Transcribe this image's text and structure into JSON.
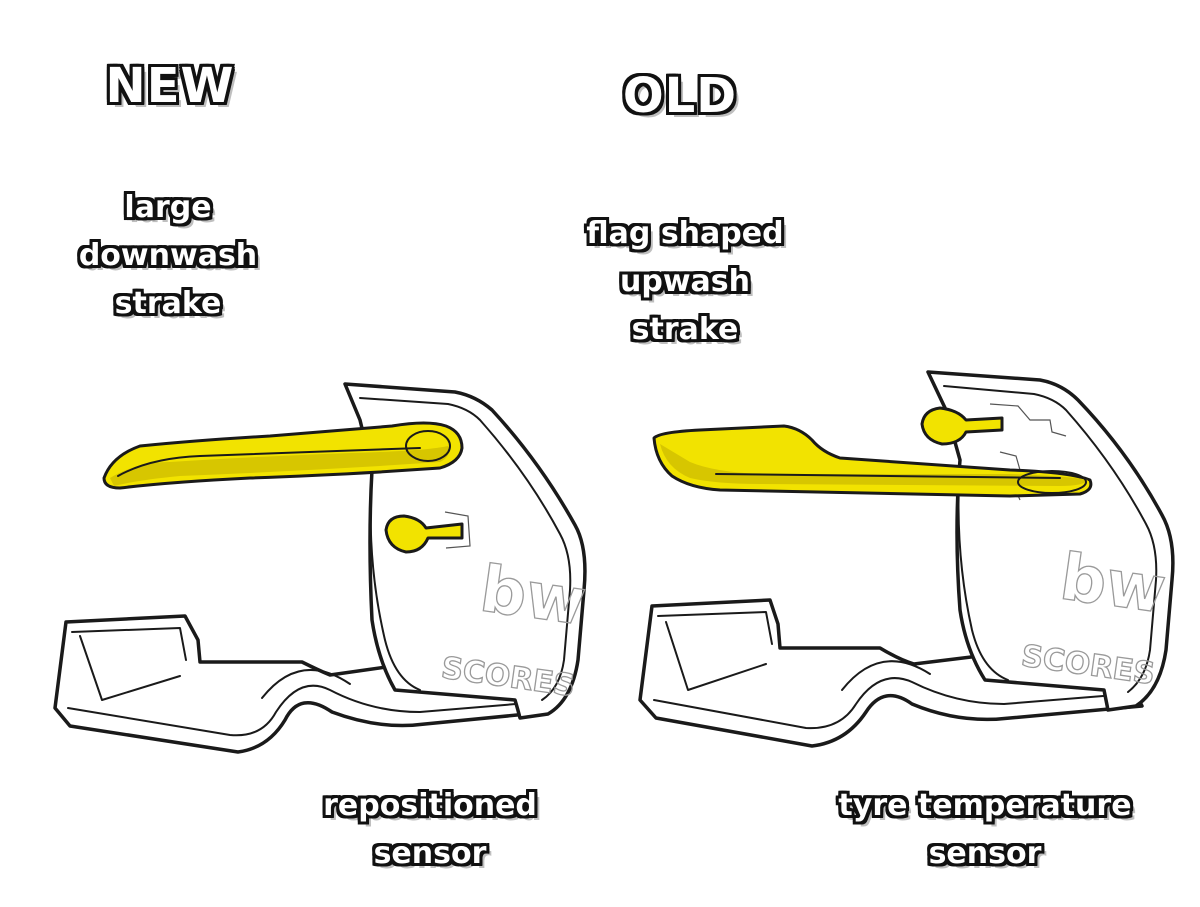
{
  "panels": {
    "new": {
      "heading": "NEW",
      "strake_label": "large\ndownwash\nstrake",
      "sensor_label": "repositioned\nsensor"
    },
    "old": {
      "heading": "OLD",
      "strake_label": "flag shaped\nupwash\nstrake",
      "sensor_label": "tyre temperature\nsensor"
    }
  },
  "watermark": {
    "logo": "bw",
    "text": "SCORES"
  },
  "colors": {
    "highlight": "#f2e300",
    "line": "#1a1a1a",
    "label_fill": "#ffffff"
  }
}
